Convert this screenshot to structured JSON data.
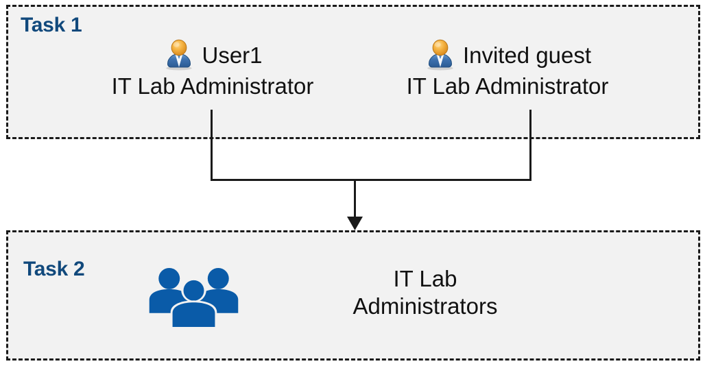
{
  "diagram": {
    "title_absent": true,
    "background_color": "#ffffff",
    "box_fill_color": "#f2f2f2",
    "box_border_color": "#1a1a1a",
    "accent_color": "#11497c",
    "group_icon_color": "#0a5ba8",
    "connector_color": "#1a1a1a"
  },
  "task1": {
    "label": "Task 1",
    "people": [
      {
        "icon": "single-user-icon",
        "name": "User1",
        "role": "IT Lab Administrator"
      },
      {
        "icon": "single-user-icon",
        "name": "Invited guest",
        "role": "IT Lab Administrator"
      }
    ]
  },
  "task2": {
    "label": "Task 2",
    "group": {
      "icon": "user-group-icon",
      "name_line1": "IT Lab",
      "name_line2": "Administrators"
    }
  },
  "connector": {
    "type": "merge-arrow",
    "from": [
      "User1",
      "Invited guest"
    ],
    "to": "IT Lab Administrators",
    "arrowhead": "down-triangle"
  }
}
